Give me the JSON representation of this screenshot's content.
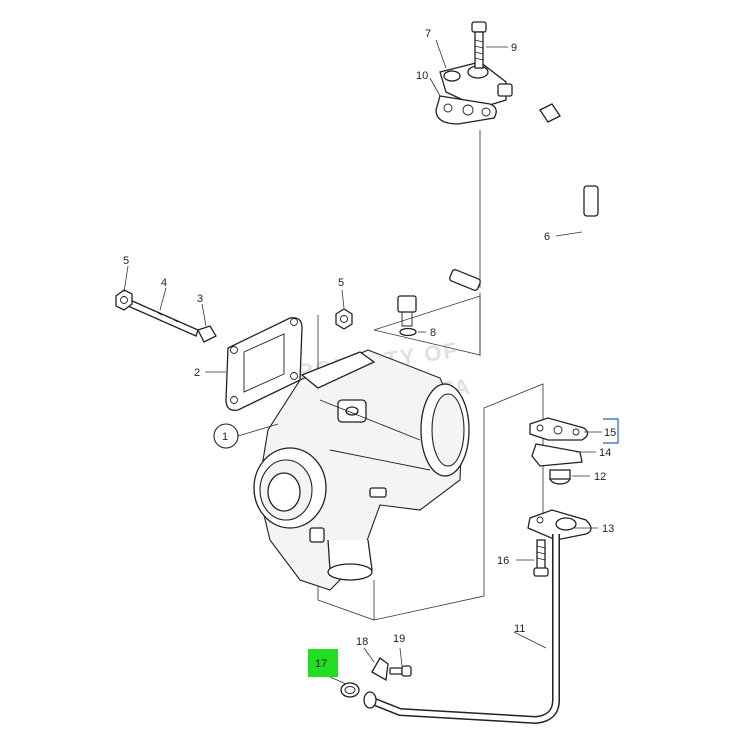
{
  "diagram": {
    "callouts": {
      "c1": "1",
      "c2": "2",
      "c3": "3",
      "c4": "4",
      "c5a": "5",
      "c5b": "5",
      "c6": "6",
      "c7": "7",
      "c8": "8",
      "c9": "9",
      "c10": "10",
      "c11": "11",
      "c12": "12",
      "c13": "13",
      "c14": "14",
      "c15": "15",
      "c16": "16",
      "c17": "17",
      "c18": "18",
      "c19": "19"
    },
    "watermark": {
      "line1": "PROPERTY OF",
      "line2": "VOLVO PENTA"
    },
    "colors": {
      "highlight": "#22dd22",
      "box": "#2266bb",
      "line": "#333333"
    }
  }
}
